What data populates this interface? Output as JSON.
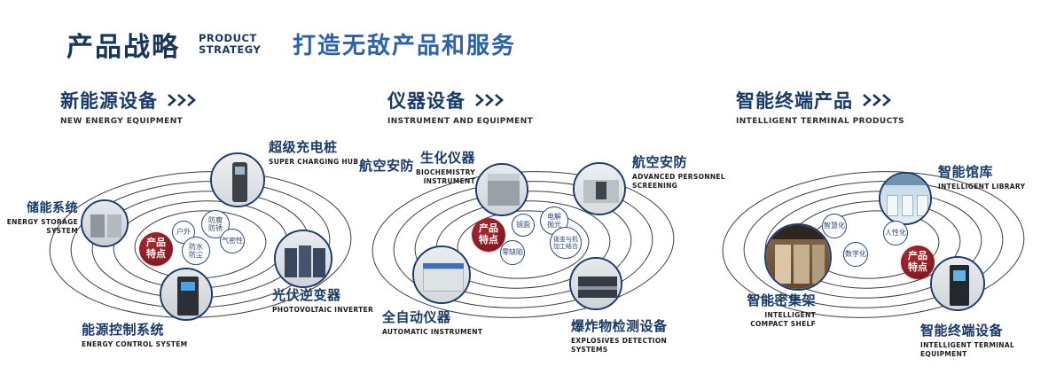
{
  "header": {
    "title": "产品战略",
    "subtitle_top": "PRODUCT",
    "subtitle_bottom": "STRATEGY",
    "tagline": "打造无敌产品和服务"
  },
  "colors": {
    "navy": "#16365c",
    "blue": "#2d62a8",
    "badge_red": "#8c1f28"
  },
  "sections": [
    {
      "title": "新能源设备",
      "subtitle": "NEW ENERGY EQUIPMENT",
      "badge": "产品特点",
      "products": [
        {
          "name": "储能系统",
          "en": "ENERGY STORAGE SYSTEM"
        },
        {
          "name": "超级充电桩",
          "en": "SUPER CHARGING HUB"
        },
        {
          "name": "光伏逆变器",
          "en": "PHOTOVOLTAIC INVERTER"
        },
        {
          "name": "能源控制系统",
          "en": "ENERGY CONTROL SYSTEM"
        }
      ],
      "features": [
        "户外",
        "防腐防锈",
        "防水防尘",
        "气密性"
      ]
    },
    {
      "title": "仪器设备",
      "subtitle": "INSTRUMENT AND EQUIPMENT",
      "badge": "产品特点",
      "products": [
        {
          "name": "生化仪器",
          "en": "BIOCHEMISTRY INSTRUMENT"
        },
        {
          "name": "航空安防",
          "en": ""
        },
        {
          "name": "航空安防",
          "en": "ADVANCED PERSONNEL SCREENING"
        },
        {
          "name": "全自动仪器",
          "en": "AUTOMATIC INSTRUMENT"
        },
        {
          "name": "爆炸物检测设备",
          "en": "EXPLOSIVES DETECTION SYSTEMS"
        }
      ],
      "features": [
        "镜面",
        "电解抛光",
        "零缺陷",
        "钣金与机加工结合"
      ]
    },
    {
      "title": "智能终端产品",
      "subtitle": "INTELLIGENT TERMINAL PRODUCTS",
      "badge": "产品特点",
      "products": [
        {
          "name": "智能馆库",
          "en": "INTELLIGENT LIBRARY"
        },
        {
          "name": "智能密集架",
          "en": "INTELLIGENT COMPACT SHELF"
        },
        {
          "name": "智能终端设备",
          "en": "INTELLIGENT TERMINAL EQUIPMENT"
        }
      ],
      "features": [
        "智慧化",
        "人性化",
        "数字化"
      ]
    }
  ]
}
